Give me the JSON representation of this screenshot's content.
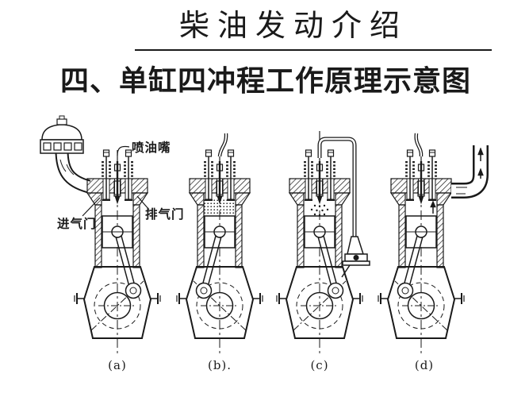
{
  "slide": {
    "title": "柴油发动介绍",
    "subtitle": "四、单缸四冲程工作原理示意图"
  },
  "diagram": {
    "labels": {
      "injector": "喷油嘴",
      "intake_valve": "进气门",
      "exhaust_valve": "排气门"
    },
    "engines": [
      {
        "id": "a",
        "label": "(a)",
        "crank_pin": "right",
        "parts": [
          "air-filter",
          "intake-pipe",
          "injector-leader"
        ]
      },
      {
        "id": "b",
        "label": "(b).",
        "crank_pin": "left",
        "parts": [
          "injector-pipe",
          "compressed-charge-stipple"
        ]
      },
      {
        "id": "c",
        "label": "(c)",
        "crank_pin": "right",
        "parts": [
          "injector-pipe-loop",
          "fuel-spray",
          "injection-pump"
        ]
      },
      {
        "id": "d",
        "label": "(d)",
        "crank_pin": "left",
        "parts": [
          "injector-pipe",
          "exhaust-pipe",
          "flow-arrows"
        ]
      }
    ]
  },
  "colors": {
    "ink": "#1a1a1a",
    "background": "#ffffff"
  }
}
